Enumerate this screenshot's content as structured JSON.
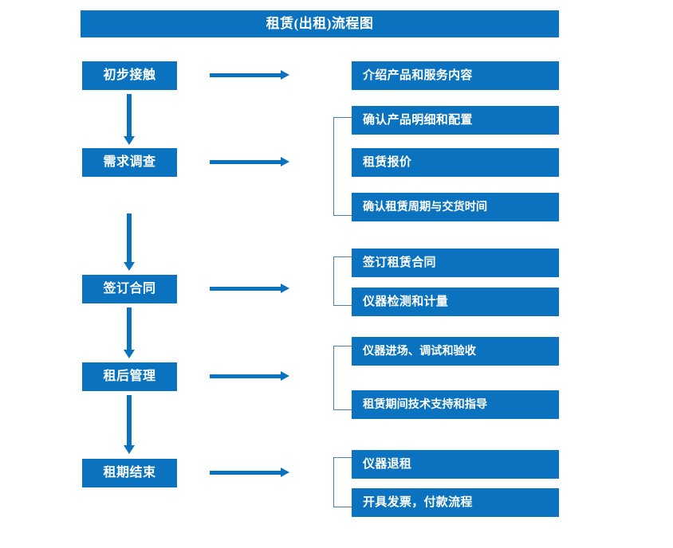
{
  "title": "租赁(出租)流程图",
  "colors": {
    "brand_blue": "#0A72BE",
    "bracket_blue": "#4A7FB5",
    "text_white": "#FFFFFF",
    "background": "#FFFFFF"
  },
  "stages": [
    {
      "label": "初步接触"
    },
    {
      "label": "需求调查"
    },
    {
      "label": "签订合同"
    },
    {
      "label": "租后管理"
    },
    {
      "label": "租期结束"
    }
  ],
  "details": {
    "group1": [
      {
        "label": "介绍产品和服务内容"
      }
    ],
    "group2": [
      {
        "label": "确认产品明细和配置"
      },
      {
        "label": "租赁报价"
      },
      {
        "label": "确认租赁周期与交货时间"
      }
    ],
    "group3": [
      {
        "label": "签订租赁合同"
      },
      {
        "label": "仪器检测和计量"
      }
    ],
    "group4": [
      {
        "label": "仪器进场、调试和验收"
      },
      {
        "label": "租赁期间技术支持和指导"
      }
    ],
    "group5": [
      {
        "label": "仪器退租"
      },
      {
        "label": "开具发票，付款流程"
      }
    ]
  }
}
